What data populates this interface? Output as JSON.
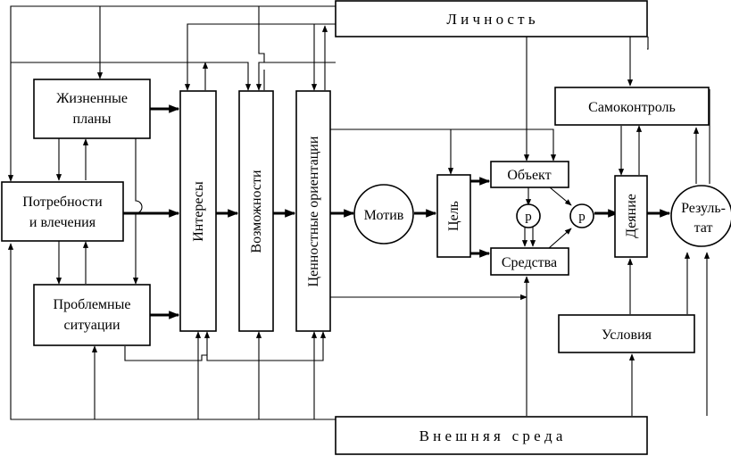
{
  "diagram": {
    "lichnost": "Л и ч н о с т ь",
    "vneshnyaya_sreda": "В н е ш н я я   с р е д а",
    "zhiznennye_plany": [
      "Жизненные",
      "планы"
    ],
    "potrebnosti": [
      "Потребности",
      "и влечения"
    ],
    "problemnye": [
      "Проблемные",
      "ситуации"
    ],
    "interesy": "Интересы",
    "vozmozhnosti": "Возможности",
    "cennostnye": "Ценностные ориентации",
    "motiv": "Мотив",
    "cel": "Цель",
    "obekt": "Объект",
    "sredstva": "Средства",
    "r1": "р",
    "r2": "р",
    "samokontrol": "Самоконтроль",
    "deyanie": "Деяние",
    "rezultat": [
      "Резуль-",
      "тат"
    ],
    "usloviya": "Условия"
  }
}
